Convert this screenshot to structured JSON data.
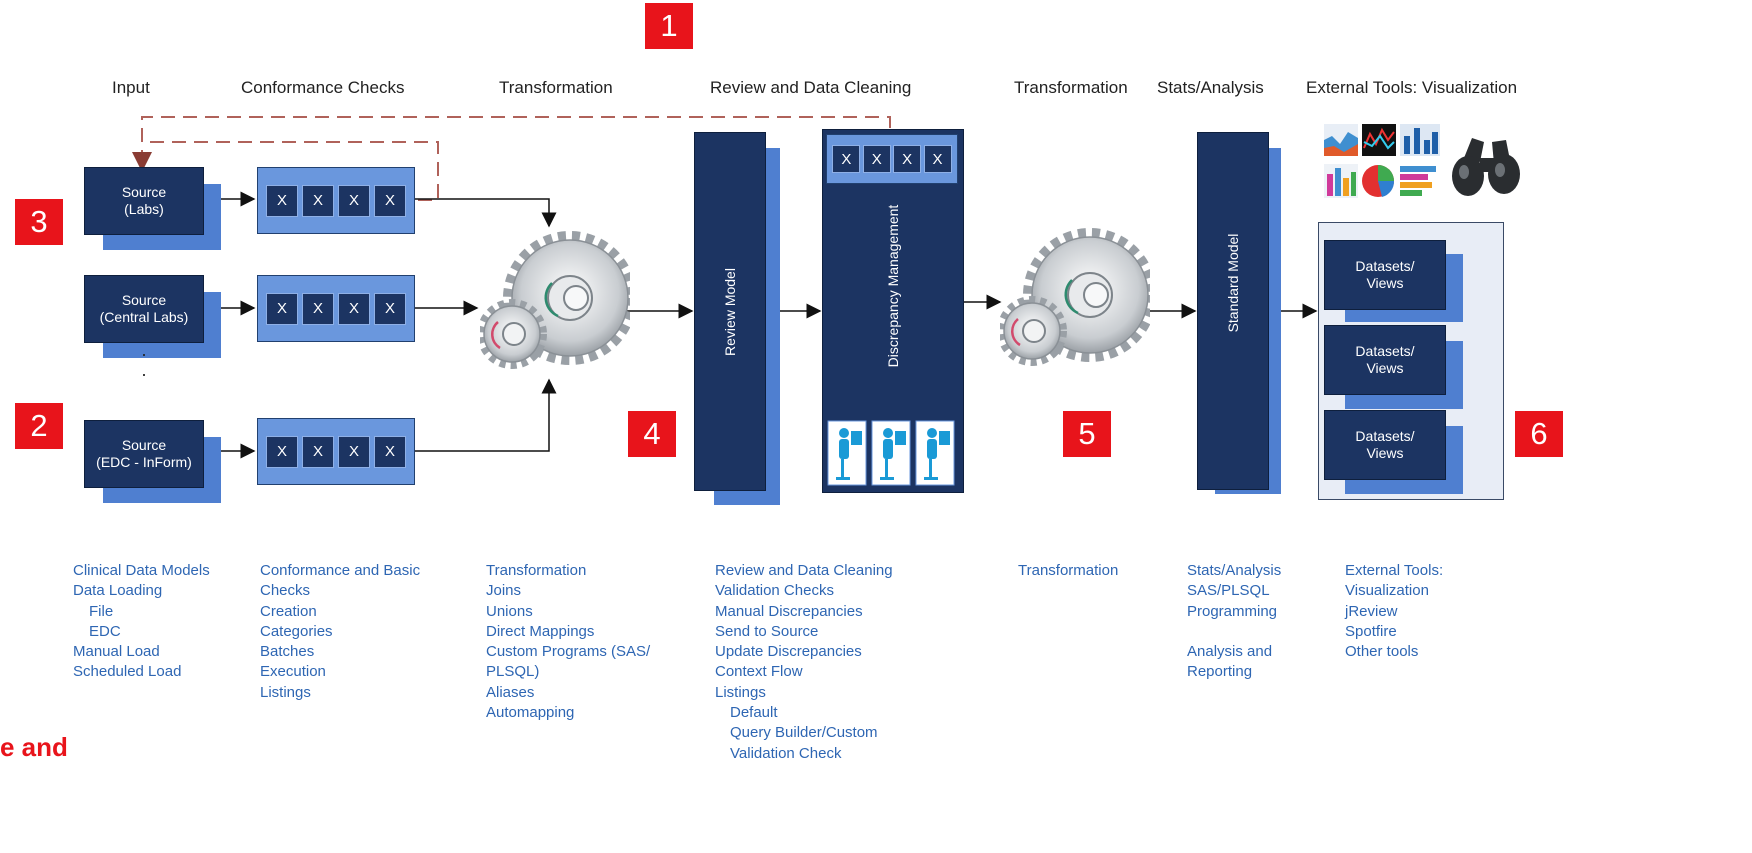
{
  "headers": {
    "input": "Input",
    "conformance": "Conformance Checks",
    "transformation1": "Transformation",
    "review": "Review and Data Cleaning",
    "transformation2": "Transformation",
    "stats": "Stats/Analysis",
    "external": "External Tools: Visualization"
  },
  "badges": [
    "1",
    "2",
    "3",
    "4",
    "5",
    "6"
  ],
  "sources": [
    {
      "label": "Source\n(Labs)"
    },
    {
      "label": "Source\n(Central Labs)"
    },
    {
      "label": "Source\n(EDC - InForm)"
    }
  ],
  "check_mark": "X",
  "vertical_boxes": {
    "review_model": "Review Model",
    "discrepancy": "Discrepancy Management",
    "standard_model": "Standard Model"
  },
  "datasets": [
    "Datasets/\nViews",
    "Datasets/\nViews",
    "Datasets/\nViews"
  ],
  "icons": [
    "gear-icon",
    "chart-collage-icon",
    "binoculars-icon",
    "person-at-computer-icon"
  ],
  "columns": {
    "input": [
      "Clinical Data Models",
      "Data Loading",
      "File",
      "EDC",
      "Manual Load",
      "Scheduled Load"
    ],
    "conformance": [
      "Conformance and Basic",
      "Checks",
      "Creation",
      "Categories",
      "Batches",
      "Execution",
      "Listings"
    ],
    "transformation": [
      "Transformation",
      "Joins",
      "Unions",
      "Direct Mappings",
      "Custom Programs (SAS/",
      "PLSQL)",
      "Aliases",
      "Automapping"
    ],
    "review": [
      "Review and Data Cleaning",
      "Validation Checks",
      "Manual Discrepancies",
      "Send to Source",
      "Update Discrepancies",
      "Context Flow",
      "Listings",
      "Default",
      "Query Builder/Custom",
      "Validation Check"
    ],
    "transformation2": [
      "Transformation"
    ],
    "stats": [
      "Stats/Analysis",
      "SAS/PLSQL",
      "Programming",
      "",
      "Analysis and",
      "Reporting"
    ],
    "external": [
      "External Tools:",
      "Visualization",
      "jReview",
      "Spotfire",
      "Other tools"
    ]
  },
  "corner_text": "e and",
  "colors": {
    "dark_navy": "#1c3462",
    "mid_blue": "#6a97dd",
    "badge_red": "#e8141b",
    "link_blue": "#2e66b3",
    "dashed_line": "#b0625a"
  }
}
